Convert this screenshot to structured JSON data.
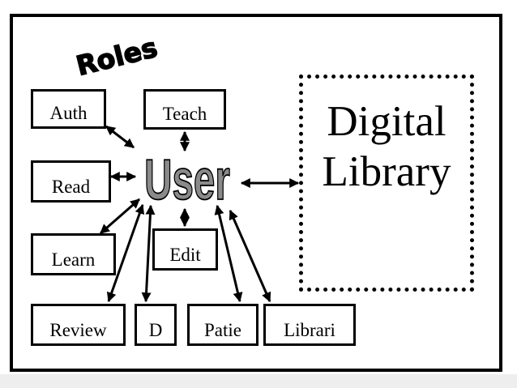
{
  "heading": "Roles",
  "center_node": "User",
  "library": {
    "line1": "Digital",
    "line2": "Library"
  },
  "roles": {
    "auth": "Auth",
    "teach": "Teach",
    "read": "Read",
    "learn": "Learn",
    "edit": "Edit",
    "review": "Review",
    "d": "D",
    "patie": "Patie",
    "librari": "Librari"
  }
}
